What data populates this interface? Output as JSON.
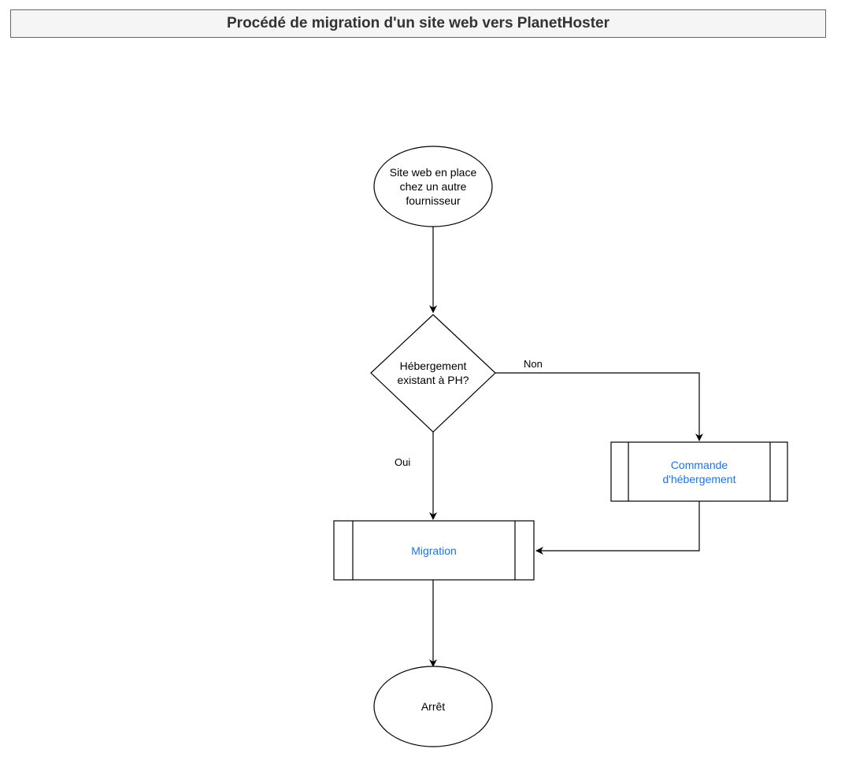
{
  "title": "Procédé de migration d'un site web vers PlanetHoster",
  "colors": {
    "stroke": "#000000",
    "link_text": "#1a73e8",
    "title_background": "#f5f5f5",
    "title_border": "#666666",
    "title_text": "#333333"
  },
  "nodes": {
    "start": {
      "shape": "ellipse",
      "label": "Site web en place\nchez un autre\nfournisseur"
    },
    "decision": {
      "shape": "diamond",
      "label": "Hébergement\nexistant à PH?"
    },
    "order": {
      "shape": "subprocess",
      "label": "Commande\nd'hébergement",
      "style": "link"
    },
    "migration": {
      "shape": "subprocess",
      "label": "Migration",
      "style": "link"
    },
    "end": {
      "shape": "ellipse",
      "label": "Arrêt"
    }
  },
  "edges": [
    {
      "from": "start",
      "to": "decision",
      "label": ""
    },
    {
      "from": "decision",
      "to": "order",
      "label": "Non"
    },
    {
      "from": "decision",
      "to": "migration",
      "label": "Oui"
    },
    {
      "from": "order",
      "to": "migration",
      "label": ""
    },
    {
      "from": "migration",
      "to": "end",
      "label": ""
    }
  ]
}
